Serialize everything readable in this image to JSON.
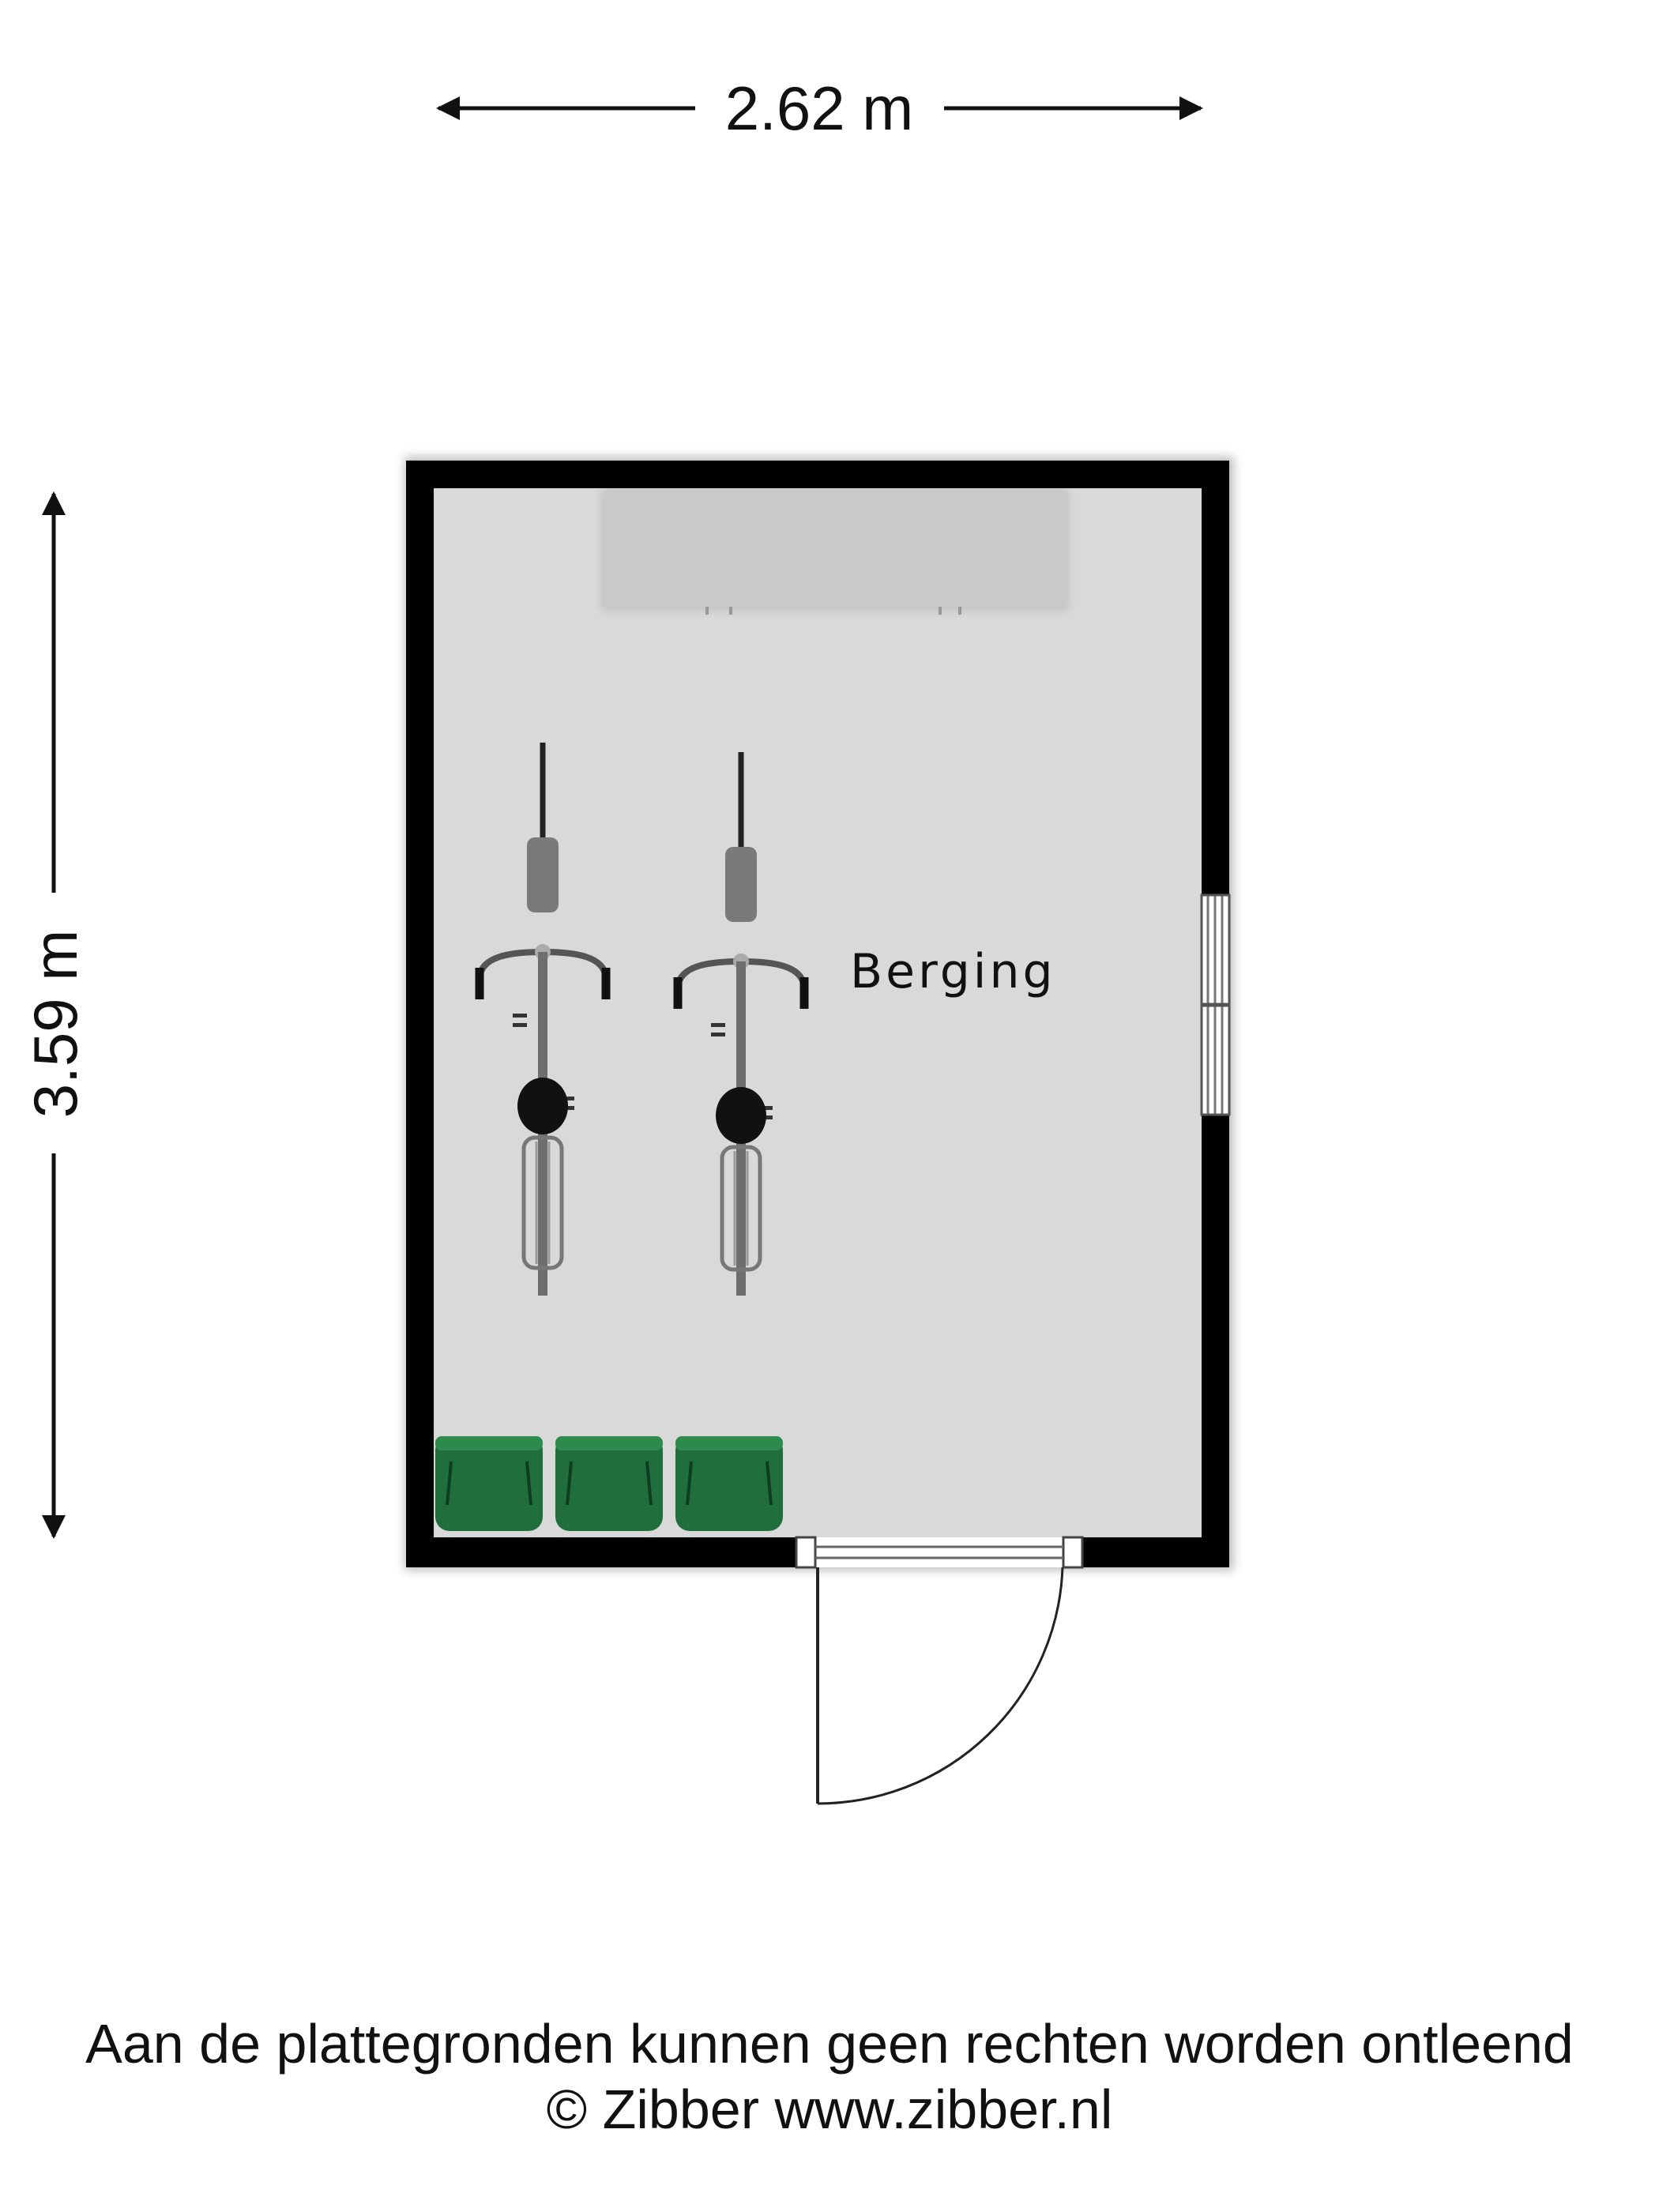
{
  "dimensions": {
    "width_label": "2.62 m",
    "height_label": "3.59 m"
  },
  "room": {
    "name": "Berging"
  },
  "footer": {
    "disclaimer": "Aan de plattegronden kunnen geen rechten worden ontleend",
    "copyright": "© Zibber www.zibber.nl"
  },
  "colors": {
    "wall": "#000000",
    "floor": "#d9d9d9",
    "shelf": "#c7c7c7",
    "bin": "#1f6e3b"
  },
  "furniture": {
    "bicycles": 2,
    "waste_bins": 3,
    "shelf": 1,
    "door": 1,
    "window": 1
  }
}
